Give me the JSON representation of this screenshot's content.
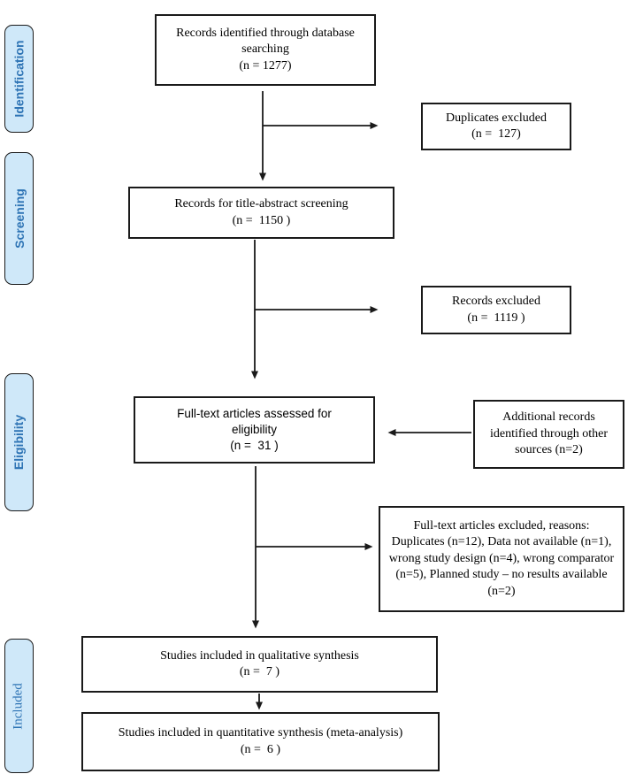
{
  "colors": {
    "stage_fill": "#cfe8f9",
    "stage_text": "#2e74b5",
    "box_border": "#1a1a1a",
    "arrow": "#1a1a1a",
    "text": "#000000"
  },
  "stages": {
    "identification": "Identification",
    "screening": "Screening",
    "eligibility": "Eligibility",
    "included": "Included"
  },
  "boxes": {
    "identified": {
      "lines": [
        "Records identified through database searching",
        "(n = 1277)"
      ]
    },
    "duplicates_excluded": {
      "lines": [
        "Duplicates excluded",
        "(n =  127)"
      ]
    },
    "title_abstract": {
      "lines": [
        "Records for title-abstract screening",
        "(n =  1150 )"
      ]
    },
    "records_excluded": {
      "lines": [
        "Records excluded",
        "(n =  1119 )"
      ]
    },
    "fulltext_assessed": {
      "lines": [
        "Full-text articles assessed for",
        "eligibility",
        "(n =  31 )"
      ]
    },
    "additional_records": {
      "lines": [
        "Additional records identified through other sources (n=2)"
      ]
    },
    "fulltext_excluded": {
      "lines": [
        "Full-text articles excluded, reasons: Duplicates (n=12), Data not available (n=1), wrong study design (n=4), wrong comparator (n=5), Planned study – no results available (n=2)"
      ]
    },
    "qualitative": {
      "lines": [
        "Studies included in qualitative synthesis",
        "(n =  7 )"
      ]
    },
    "quantitative": {
      "lines": [
        "Studies included in quantitative synthesis (meta-analysis)",
        "(n =  6 )"
      ]
    }
  }
}
